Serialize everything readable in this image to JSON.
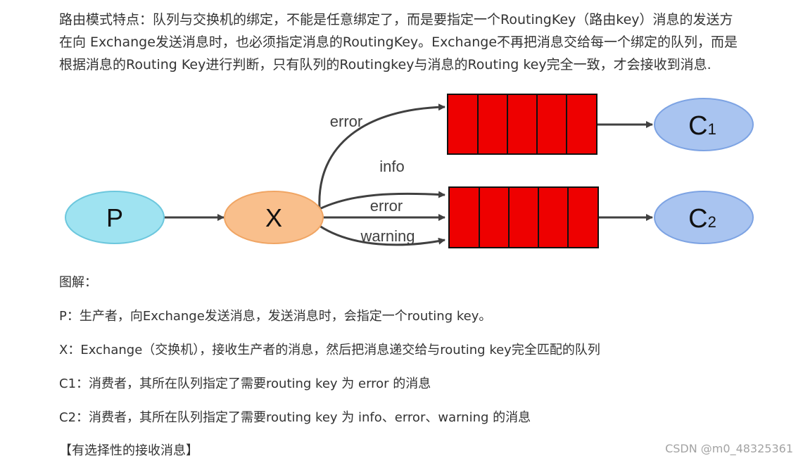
{
  "intro": {
    "lines": [
      "路由模式特点：队列与交换机的绑定，不能是任意绑定了，而是要指定一个RoutingKey（路由key）消息的发送方",
      "在向 Exchange发送消息时，也必须指定消息的RoutingKey。Exchange不再把消息交给每一个绑定的队列，而是",
      "根据消息的Routing Key进行判断，只有队列的Routingkey与消息的Routing key完全一致，才会接收到消息."
    ]
  },
  "diagram": {
    "producer": "P",
    "exchange": "X",
    "consumer1": {
      "letter": "C",
      "sub": "1"
    },
    "consumer2": {
      "letter": "C",
      "sub": "2"
    },
    "labels": {
      "route_error_top": "error",
      "route_info": "info",
      "route_error": "error",
      "route_warning": "warning"
    },
    "colors": {
      "producer_fill": "#9fe3f1",
      "exchange_fill": "#f9bf8c",
      "consumer_fill": "#a9c4f0",
      "queue_fill": "#ee0000"
    }
  },
  "legend": {
    "heading": "图解：",
    "p_desc": "P：生产者，向Exchange发送消息，发送消息时，会指定一个routing key。",
    "x_desc": "X：Exchange（交换机），接收生产者的消息，然后把消息递交给与routing key完全匹配的队列",
    "c1_desc": "C1：消费者，其所在队列指定了需要routing key 为 error 的消息",
    "c2_desc": "C2：消费者，其所在队列指定了需要routing key 为 info、error、warning 的消息",
    "summary": "【有选择性的接收消息】"
  },
  "watermark": "CSDN @m0_48325361"
}
